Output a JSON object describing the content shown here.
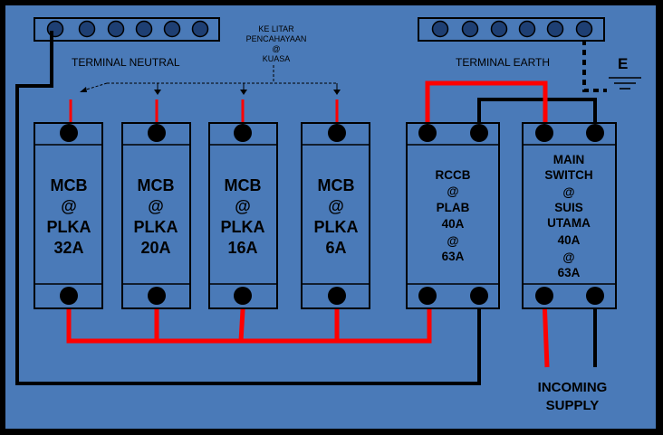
{
  "terminals": {
    "neutral_label": "TERMINAL NEUTRAL",
    "earth_label": "TERMINAL EARTH",
    "earth_symbol": "E"
  },
  "circuit_note": [
    "KE LITAR",
    "PENCAHAYAAN",
    "@",
    "KUASA"
  ],
  "breakers": [
    {
      "lines": [
        "MCB",
        "@",
        "PLKA",
        "32A"
      ]
    },
    {
      "lines": [
        "MCB",
        "@",
        "PLKA",
        "20A"
      ]
    },
    {
      "lines": [
        "MCB",
        "@",
        "PLKA",
        "16A"
      ]
    },
    {
      "lines": [
        "MCB",
        "@",
        "PLKA",
        "6A"
      ]
    }
  ],
  "rccb": {
    "lines": [
      "RCCB",
      "@",
      "PLAB",
      "40A",
      "@",
      "63A"
    ]
  },
  "main_switch": {
    "lines": [
      "MAIN",
      "SWITCH",
      "@",
      "SUIS",
      "UTAMA",
      "40A",
      "@",
      "63A"
    ]
  },
  "supply": {
    "lines": [
      "INCOMING",
      "SUPPLY"
    ]
  },
  "colors": {
    "panel": "#4A7AB8",
    "border": "#000000",
    "phase": "#FF0000",
    "neutral": "#000000",
    "terminal_dot": "#1E3F73"
  }
}
